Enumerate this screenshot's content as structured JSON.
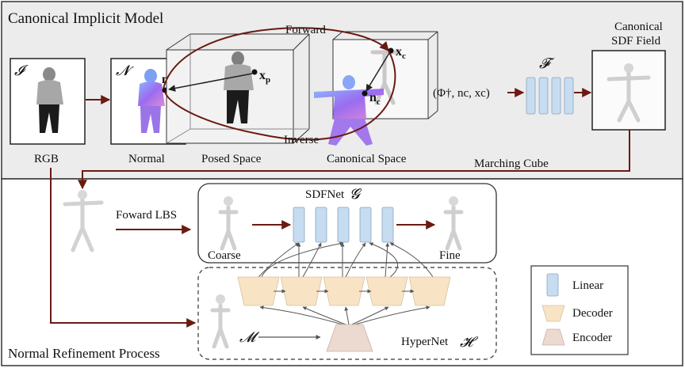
{
  "sections": {
    "top_title": "Canonical Implicit Model",
    "bottom_title": "Normal Refinement Process"
  },
  "symbols": {
    "I": "𝓘",
    "N": "𝓝",
    "F": "𝓕",
    "G": "𝓖",
    "M": "𝓜",
    "H": "𝓗",
    "np": "n",
    "np_sub": "p",
    "xp": "x",
    "xp_sub": "p",
    "xc": "x",
    "xc_sub": "c",
    "nc": "n",
    "nc_sub": "c",
    "tuple": "(Φ†, nc, xc)"
  },
  "labels": {
    "rgb": "RGB",
    "normal": "Normal",
    "posed_space": "Posed Space",
    "canonical_space": "Canonical Space",
    "forward": "Forward",
    "inverse": "Inverse",
    "sdf_field_line1": "Canonical",
    "sdf_field_line2": "SDF Field",
    "marching_cube": "Marching Cube",
    "forward_lbs": "Foward LBS",
    "sdfnet": "SDFNet",
    "coarse": "Coarse",
    "fine": "Fine",
    "hypernet": "HyperNet"
  },
  "legend": {
    "linear": "Linear",
    "decoder": "Decoder",
    "encoder": "Encoder"
  },
  "colors": {
    "top_bg": "#ececec",
    "arrow": "#6b1a12",
    "linear_fill": "#c6dcf0",
    "decoder_fill": "#f8e4c4",
    "encoder_fill": "#ecd9d0"
  }
}
